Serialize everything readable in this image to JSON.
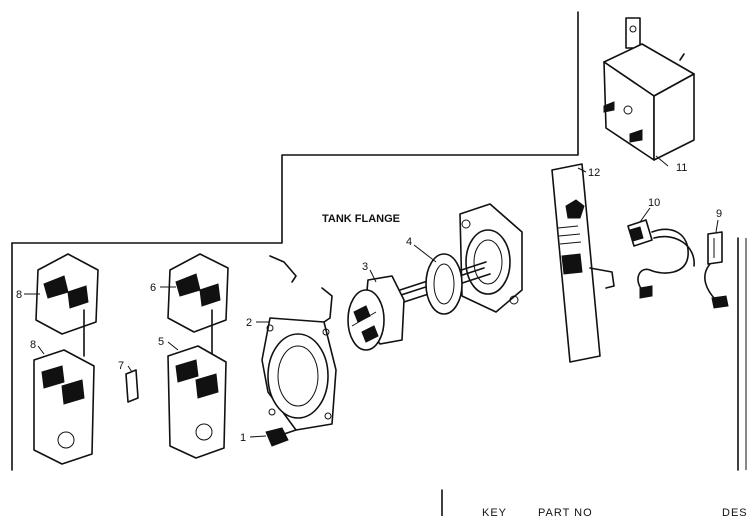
{
  "diagram": {
    "heading": "TANK FLANGE",
    "callouts": {
      "p1": "1",
      "p2": "2",
      "p3": "3",
      "p4": "4",
      "p5": "5",
      "p6": "6",
      "p7": "7",
      "p8a": "8",
      "p8b": "8",
      "p9": "9",
      "p10": "10",
      "p11": "11",
      "p12": "12"
    },
    "footer": {
      "key": "KEY",
      "part_no": "PART NO",
      "desc": "DES"
    }
  }
}
